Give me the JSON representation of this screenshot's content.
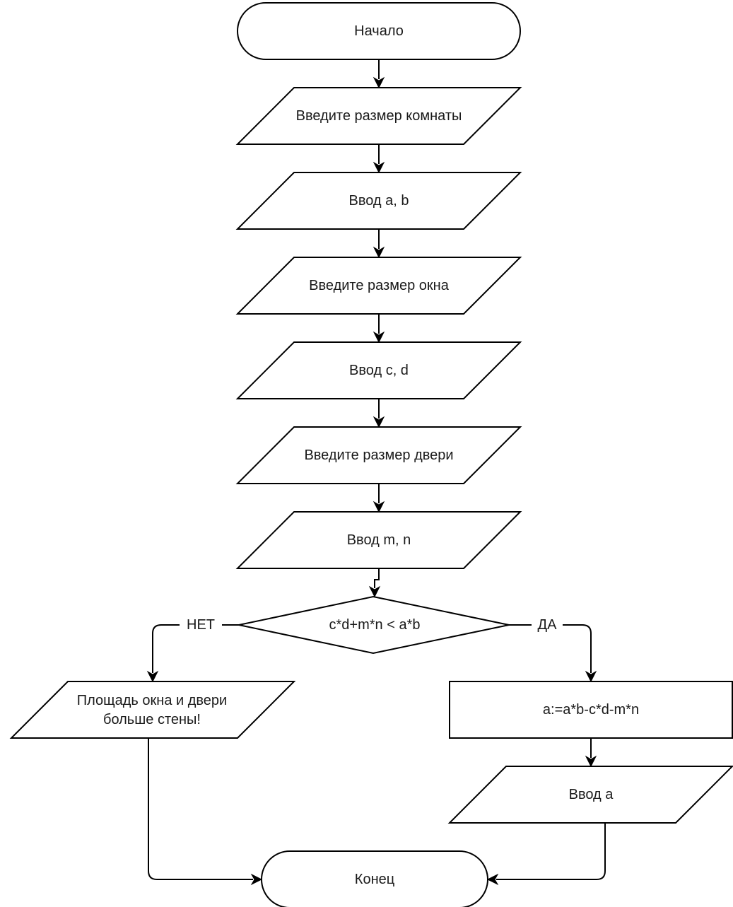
{
  "diagram": {
    "type": "flowchart",
    "nodes": {
      "start": {
        "shape": "terminator",
        "text": "Начало"
      },
      "prompt_room": {
        "shape": "io",
        "text": "Введите размер комнаты"
      },
      "input_ab": {
        "shape": "io",
        "text": "Ввод a, b"
      },
      "prompt_window": {
        "shape": "io",
        "text": "Введите размер окна"
      },
      "input_cd": {
        "shape": "io",
        "text": "Ввод c, d"
      },
      "prompt_door": {
        "shape": "io",
        "text": "Введите размер двери"
      },
      "input_mn": {
        "shape": "io",
        "text": "Ввод m, n"
      },
      "condition": {
        "shape": "decision",
        "text": "c*d+m*n < a*b"
      },
      "error_msg": {
        "shape": "io",
        "line1": "Площадь окна и двери",
        "line2": "больше стены!"
      },
      "compute": {
        "shape": "process",
        "text": "a:=a*b-c*d-m*n"
      },
      "output_a": {
        "shape": "io",
        "text": "Ввод a"
      },
      "end": {
        "shape": "terminator",
        "text": "Конец"
      }
    },
    "edges": [
      {
        "from": "start",
        "to": "prompt_room"
      },
      {
        "from": "prompt_room",
        "to": "input_ab"
      },
      {
        "from": "input_ab",
        "to": "prompt_window"
      },
      {
        "from": "prompt_window",
        "to": "input_cd"
      },
      {
        "from": "input_cd",
        "to": "prompt_door"
      },
      {
        "from": "prompt_door",
        "to": "input_mn"
      },
      {
        "from": "input_mn",
        "to": "condition"
      },
      {
        "from": "condition",
        "to": "error_msg",
        "label": "НЕТ"
      },
      {
        "from": "condition",
        "to": "compute",
        "label": "ДА"
      },
      {
        "from": "compute",
        "to": "output_a"
      },
      {
        "from": "error_msg",
        "to": "end"
      },
      {
        "from": "output_a",
        "to": "end"
      }
    ],
    "edge_labels": {
      "no": "НЕТ",
      "yes": "ДА"
    }
  }
}
